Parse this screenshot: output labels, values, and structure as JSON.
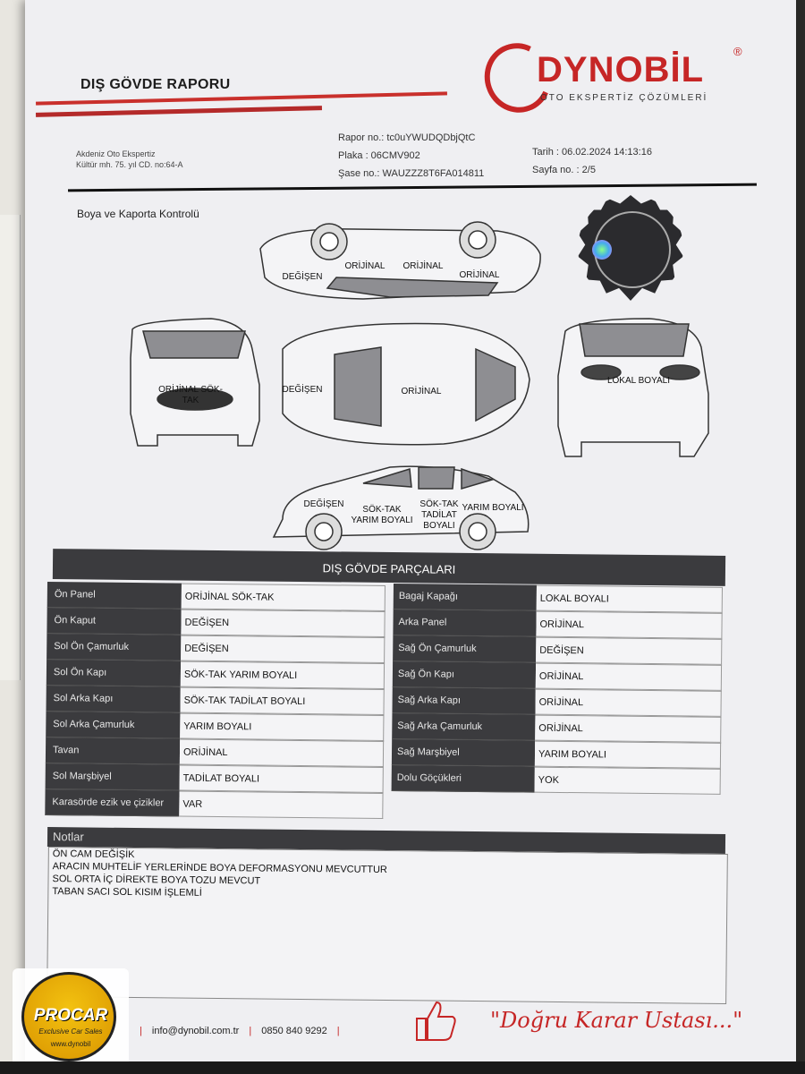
{
  "header": {
    "title": "DIŞ GÖVDE RAPORU",
    "logo_name": "DYNOBİL",
    "logo_reg": "®",
    "logo_tagline": "OTO EKSPERTİZ ÇÖZÜMLERİ"
  },
  "company": {
    "name": "Akdeniz Oto Ekspertiz",
    "address": "Kültür mh. 75. yıl CD. no:64-A"
  },
  "report": {
    "rapor_no": "Rapor no.: tc0uYWUDQDbjQtC",
    "plaka": "Plaka : 06CMV902",
    "sase_no": "Şase no.: WAUZZZ8T6FA014811",
    "tarih": "Tarih : 06.02.2024 14:13:16",
    "sayfa": "Sayfa no. : 2/5"
  },
  "section_title": "Boya ve Kaporta Kontrolü",
  "diagram_labels": {
    "top_left_door": "DEĞİŞEN",
    "top_orijinal_1": "ORİJİNAL",
    "top_orijinal_2": "ORİJİNAL",
    "top_orijinal_3": "ORİJİNAL",
    "front": "ORİJİNAL SÖK-TAK",
    "roof_left": "DEĞİŞEN",
    "roof": "ORİJİNAL",
    "rear": "LOKAL BOYALI",
    "side_front": "DEĞİŞEN",
    "side_front_door": "SÖK-TAK YARIM BOYALI",
    "side_rear_door": "SÖK-TAK TADİLAT BOYALI",
    "side_rear": "YARIM BOYALI"
  },
  "parts": {
    "title": "DIŞ GÖVDE PARÇALARI",
    "left": [
      {
        "part": "Ön Panel",
        "status": "ORİJİNAL SÖK-TAK"
      },
      {
        "part": "Ön Kaput",
        "status": "DEĞİŞEN"
      },
      {
        "part": "Sol Ön Çamurluk",
        "status": "DEĞİŞEN"
      },
      {
        "part": "Sol Ön Kapı",
        "status": "SÖK-TAK YARIM BOYALI"
      },
      {
        "part": "Sol Arka Kapı",
        "status": "SÖK-TAK TADİLAT BOYALI"
      },
      {
        "part": "Sol Arka Çamurluk",
        "status": "YARIM BOYALI"
      },
      {
        "part": "Tavan",
        "status": "ORİJİNAL"
      },
      {
        "part": "Sol Marşbiyel",
        "status": "TADİLAT BOYALI"
      },
      {
        "part": "Karasörde ezik ve çizikler",
        "status": "VAR"
      }
    ],
    "right": [
      {
        "part": "Bagaj Kapağı",
        "status": "LOKAL BOYALI"
      },
      {
        "part": "Arka Panel",
        "status": "ORİJİNAL"
      },
      {
        "part": "Sağ Ön Çamurluk",
        "status": "DEĞİŞEN"
      },
      {
        "part": "Sağ Ön Kapı",
        "status": "ORİJİNAL"
      },
      {
        "part": "Sağ Arka Kapı",
        "status": "ORİJİNAL"
      },
      {
        "part": "Sağ Arka Çamurluk",
        "status": "ORİJİNAL"
      },
      {
        "part": "Sağ Marşbiyel",
        "status": "YARIM BOYALI"
      },
      {
        "part": "Dolu Göçükleri",
        "status": "YOK"
      }
    ]
  },
  "notes": {
    "title": "Notlar",
    "lines": [
      "ÖN CAM DEĞİŞİK",
      "ARACIN MUHTELİF YERLERİNDE BOYA DEFORMASYONU MEVCUTTUR",
      "SOL ORTA İÇ DİREKTE BOYA TOZU MEVCUT",
      "TABAN SACI SOL KISIM İŞLEMLİ"
    ]
  },
  "footer": {
    "email": "info@dynobil.com.tr",
    "phone": "0850 840 9292",
    "slogan": "\"Doğru Karar Ustası...\""
  },
  "watermark": {
    "brand": "PROCAR",
    "tagline": "Exclusive Car Sales",
    "web": "www.dynobil"
  },
  "colors": {
    "brand_red": "#c62626",
    "dark_panel": "#3b3b3e",
    "paper": "#efeff2"
  }
}
